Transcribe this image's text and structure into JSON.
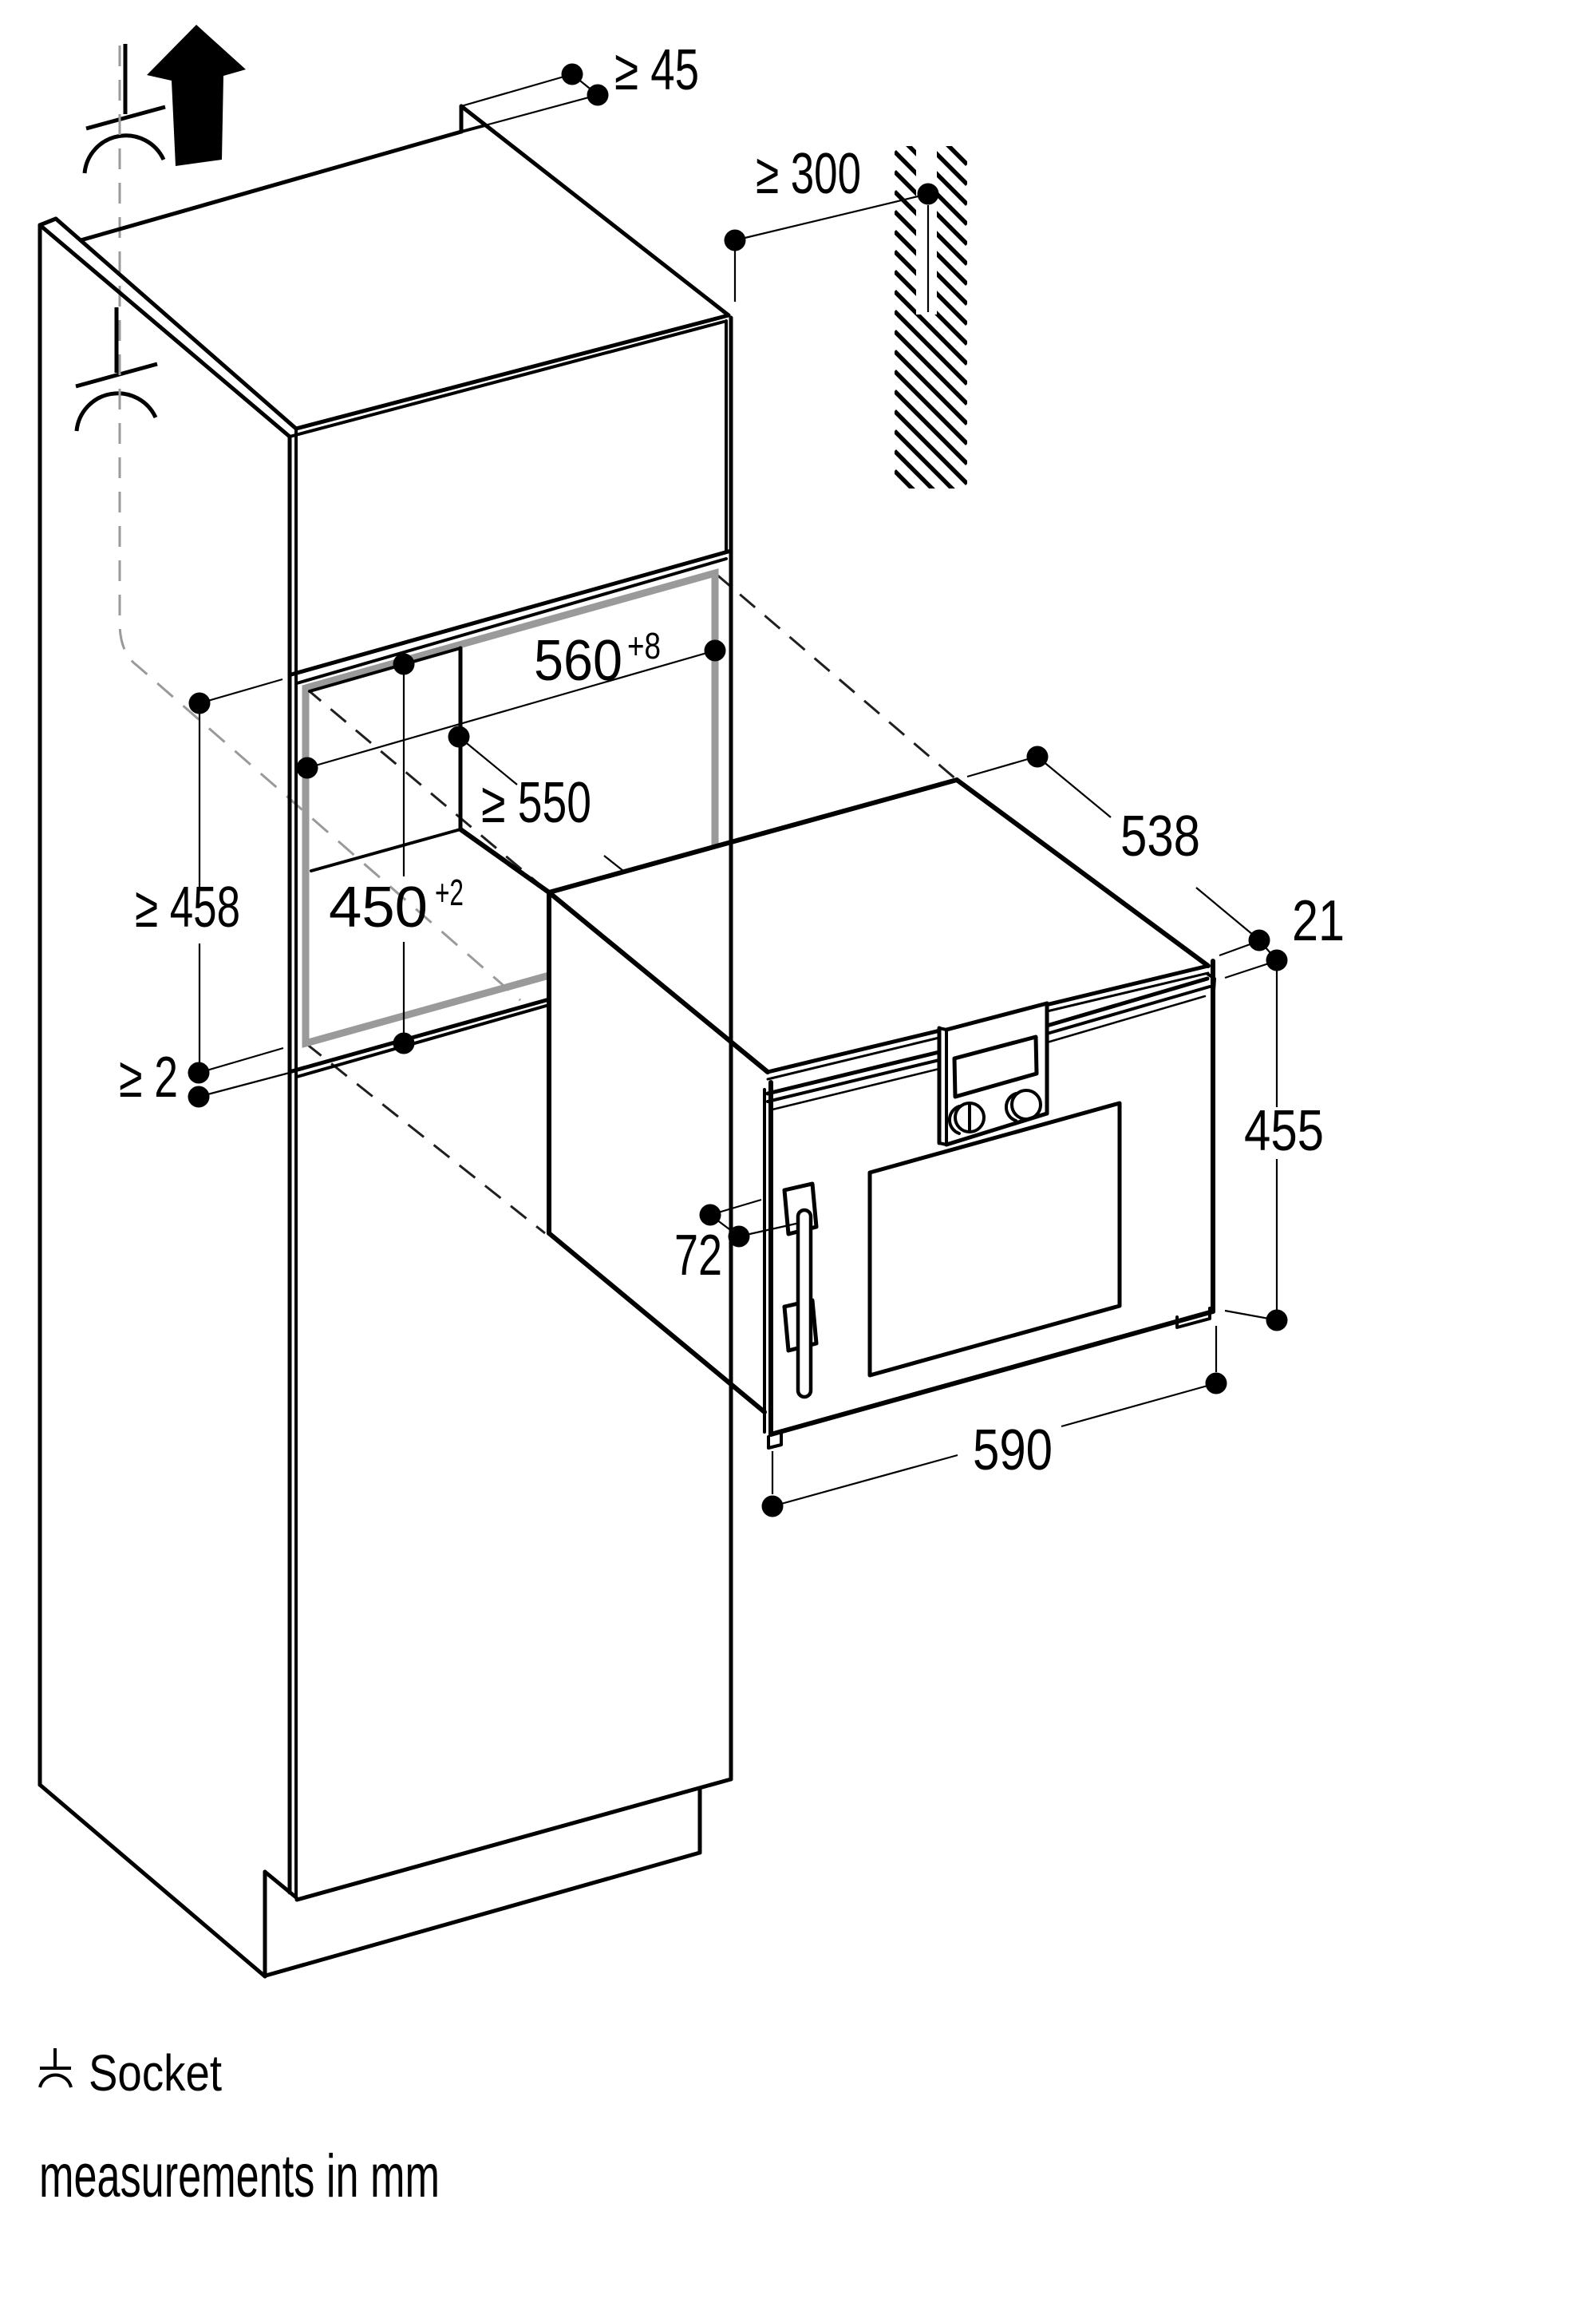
{
  "figure": {
    "kind": "appliance installation diagram",
    "subject": "built-in compact oven in tall cabinet niche",
    "background": "#ffffff",
    "line_color": "#000000",
    "niche_frame_color": "#9a9a9a",
    "dashed_gray": "#8c8c8c"
  },
  "dims": {
    "top_clearance": {
      "label": "≥ 45"
    },
    "wall_distance": {
      "label": "≥ 300"
    },
    "niche_width": {
      "label": "560",
      "sup": "+8"
    },
    "niche_depth": {
      "label": "≥ 550"
    },
    "niche_height": {
      "label": "450",
      "sup": "+2"
    },
    "side_height": {
      "label": "≥ 458"
    },
    "bottom_gap": {
      "label": "≥ 2"
    },
    "oven_depth": {
      "label": "538"
    },
    "door_proud": {
      "label": "21"
    },
    "oven_height": {
      "label": "455"
    },
    "handle_offset": {
      "label": "72"
    },
    "oven_width": {
      "label": "590"
    }
  },
  "notes": {
    "socket": "Socket",
    "units": "measurements in mm"
  }
}
